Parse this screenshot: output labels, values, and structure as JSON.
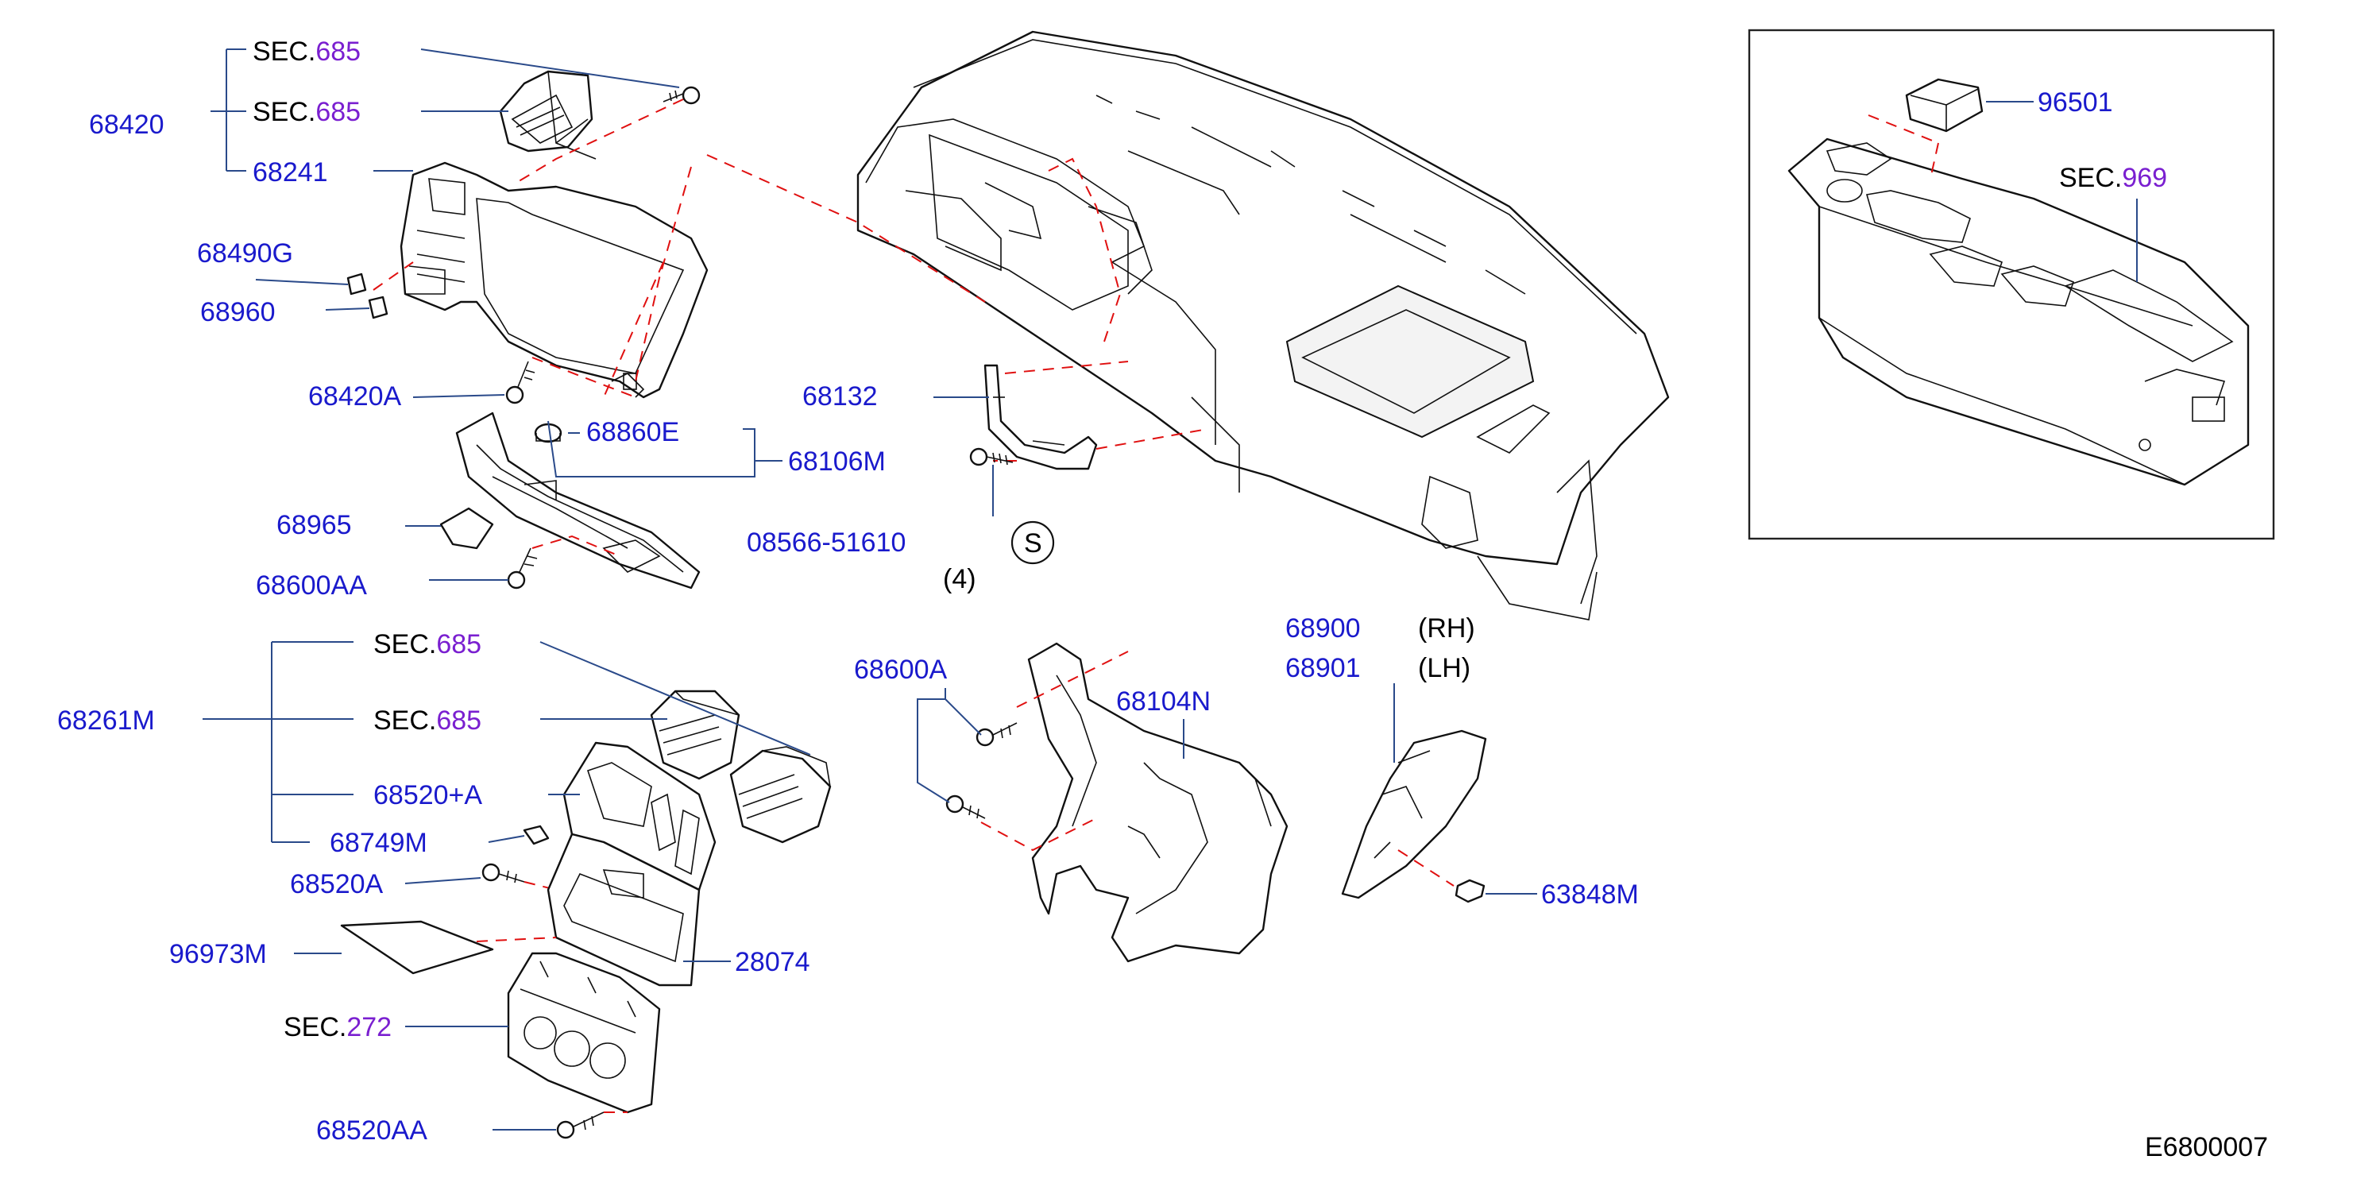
{
  "diagram": {
    "sec_prefix": "SEC.",
    "labels": {
      "sec685_a": "685",
      "sec685_b": "685",
      "sec685_c": "685",
      "sec685_d": "685",
      "sec969": "969",
      "sec272": "272",
      "p68420": "68420",
      "p68241": "68241",
      "p68490G": "68490G",
      "p68960": "68960",
      "p68420A": "68420A",
      "p68860E": "68860E",
      "p68106M": "68106M",
      "p68965": "68965",
      "p68600AA_top": "68600AA",
      "p68132": "68132",
      "p08566": "08566-51610",
      "s_symbol": "S",
      "qty4": "(4)",
      "p68900_rh": "68900",
      "rh": "(RH)",
      "p68901": "68901",
      "lh": "(LH)",
      "p96501": "96501",
      "p68261M": "68261M",
      "p68520A_plus": "68520+A",
      "p68749M": "68749M",
      "p68520A": "68520A",
      "p96973M": "96973M",
      "p28074": "28074",
      "p68520AA": "68520AA",
      "p68600A": "68600A",
      "p68104N": "68104N",
      "p63848M": "63848M",
      "diagram_code": "E6800007"
    },
    "colors": {
      "label": "#1a1acc",
      "sec_number": "#7a1fd0",
      "leader": "#2a4a8a",
      "dashed_guide": "#e01010",
      "outline": "#111111"
    }
  }
}
